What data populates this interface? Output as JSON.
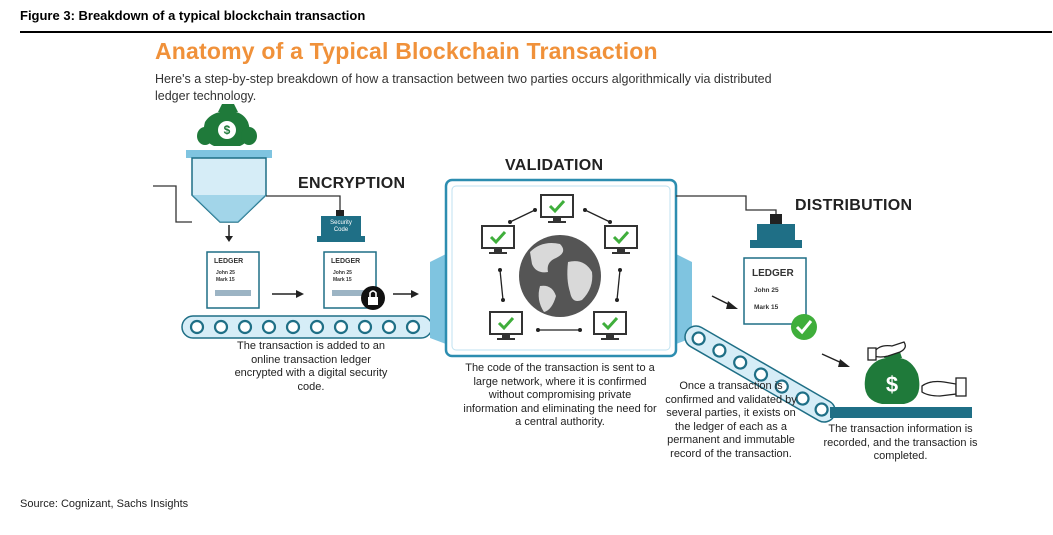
{
  "figure": {
    "caption": "Figure 3: Breakdown of a typical blockchain transaction",
    "source": "Source: Cognizant, Sachs Insights"
  },
  "infographic": {
    "title": "Anatomy of a Typical Blockchain Transaction",
    "subtitle": "Here's a step-by-step breakdown of how a transaction between two parties occurs algorithmically via distributed ledger technology."
  },
  "stages": {
    "encryption": {
      "label": "ENCRYPTION",
      "security_code_line1": "Security",
      "security_code_line2": "Code",
      "description": "The transaction is added to an online transaction ledger encrypted with a digital security code."
    },
    "validation": {
      "label": "VALIDATION",
      "description": "The code of the transaction is sent to a large network, where it is confirmed without compromising private information and eliminating the need for a central authority."
    },
    "distribution": {
      "label": "DISTRIBUTION",
      "description": "Once a transaction is confirmed and validated by several parties, it exists on the ledger of each as a permanent and immutable record of the transaction."
    },
    "completion": {
      "description": "The transaction information is recorded, and the transaction is completed."
    }
  },
  "ledger": {
    "title": "LEDGER",
    "entry1": "John 25",
    "entry2": "Mark 15"
  },
  "icons": {
    "money_bags": "money-bag-icon",
    "lock": "lock-icon",
    "checkmark": "checkmark-icon",
    "globe": "globe-icon",
    "computer": "computer-monitor-icon",
    "hand": "hand-icon"
  },
  "colors": {
    "title_orange": "#f0913a",
    "teal": "#1f6f86",
    "light_blue": "#7fc4e0",
    "pale_blue": "#d6edf7",
    "money_green": "#1f7a3a",
    "check_green": "#3fae3b"
  }
}
